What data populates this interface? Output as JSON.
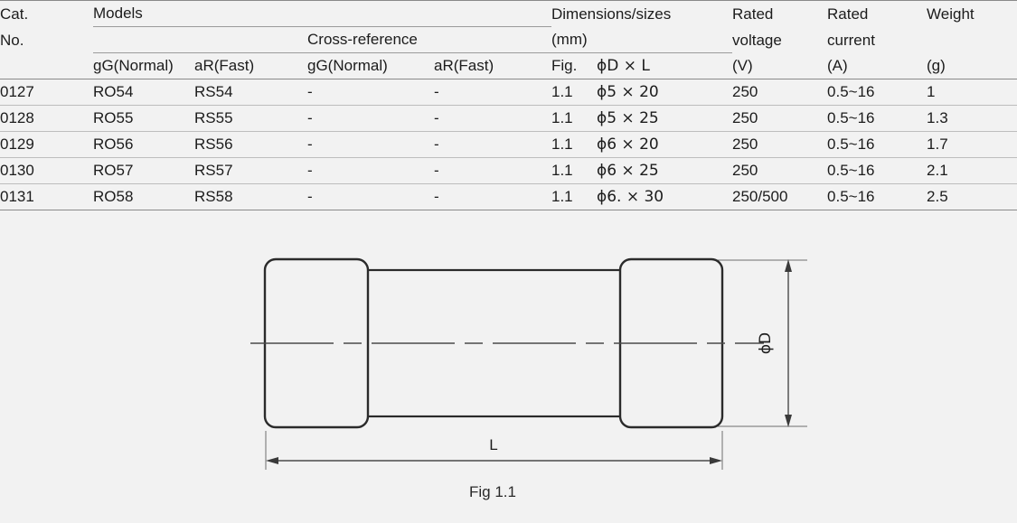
{
  "table": {
    "header_groups": {
      "cat_no": "Cat.\nNo.",
      "cat_line1": "Cat.",
      "cat_line2": "No.",
      "models": "Models",
      "cross_reference": "Cross-reference",
      "dimensions_line1": "Dimensions/sizes",
      "dimensions_line2": "(mm)",
      "rated_voltage_line1": "Rated",
      "rated_voltage_line2": "voltage",
      "rated_voltage_unit": "(V)",
      "rated_current_line1": "Rated",
      "rated_current_line2": "current",
      "rated_current_unit": "(A)",
      "weight_line1": "Weight",
      "weight_unit": "(g)"
    },
    "sub_headers": {
      "models_gg": "gG(Normal)",
      "models_ar": "aR(Fast)",
      "xref_gg": "gG(Normal)",
      "xref_ar": "aR(Fast)",
      "fig": "Fig.",
      "dim": "ϕD × L"
    },
    "rows": [
      {
        "cat_no": "0127",
        "models_gg": "RO54",
        "models_ar": "RS54",
        "xref_gg": "-",
        "xref_ar": "-",
        "fig": "1.1",
        "dim": "ϕ5 × 20",
        "rated_voltage": "250",
        "rated_current": "0.5~16",
        "weight": "1"
      },
      {
        "cat_no": "0128",
        "models_gg": "RO55",
        "models_ar": "RS55",
        "xref_gg": "-",
        "xref_ar": "-",
        "fig": "1.1",
        "dim": "ϕ5 × 25",
        "rated_voltage": "250",
        "rated_current": "0.5~16",
        "weight": "1.3"
      },
      {
        "cat_no": "0129",
        "models_gg": "RO56",
        "models_ar": "RS56",
        "xref_gg": "-",
        "xref_ar": "-",
        "fig": "1.1",
        "dim": "ϕ6 × 20",
        "rated_voltage": "250",
        "rated_current": "0.5~16",
        "weight": "1.7"
      },
      {
        "cat_no": "0130",
        "models_gg": "RO57",
        "models_ar": "RS57",
        "xref_gg": "-",
        "xref_ar": "-",
        "fig": "1.1",
        "dim": "ϕ6 × 25",
        "rated_voltage": "250",
        "rated_current": "0.5~16",
        "weight": "2.1"
      },
      {
        "cat_no": "0131",
        "models_gg": "RO58",
        "models_ar": "RS58",
        "xref_gg": "-",
        "xref_ar": "-",
        "fig": "1.1",
        "dim": "ϕ6. × 30",
        "rated_voltage": "250/500",
        "rated_current": "0.5~16",
        "weight": "2.5"
      }
    ]
  },
  "figure": {
    "caption": "Fig 1.1",
    "length_label": "L",
    "diameter_label": "ϕD"
  },
  "colors": {
    "background": "#f2f2f2",
    "text": "#1c1c1c",
    "outline": "#2b2b2b",
    "rule_strong": "#8a8a8a",
    "rule_light": "#bdbdbd",
    "dimension_line": "#4a4a4a"
  }
}
